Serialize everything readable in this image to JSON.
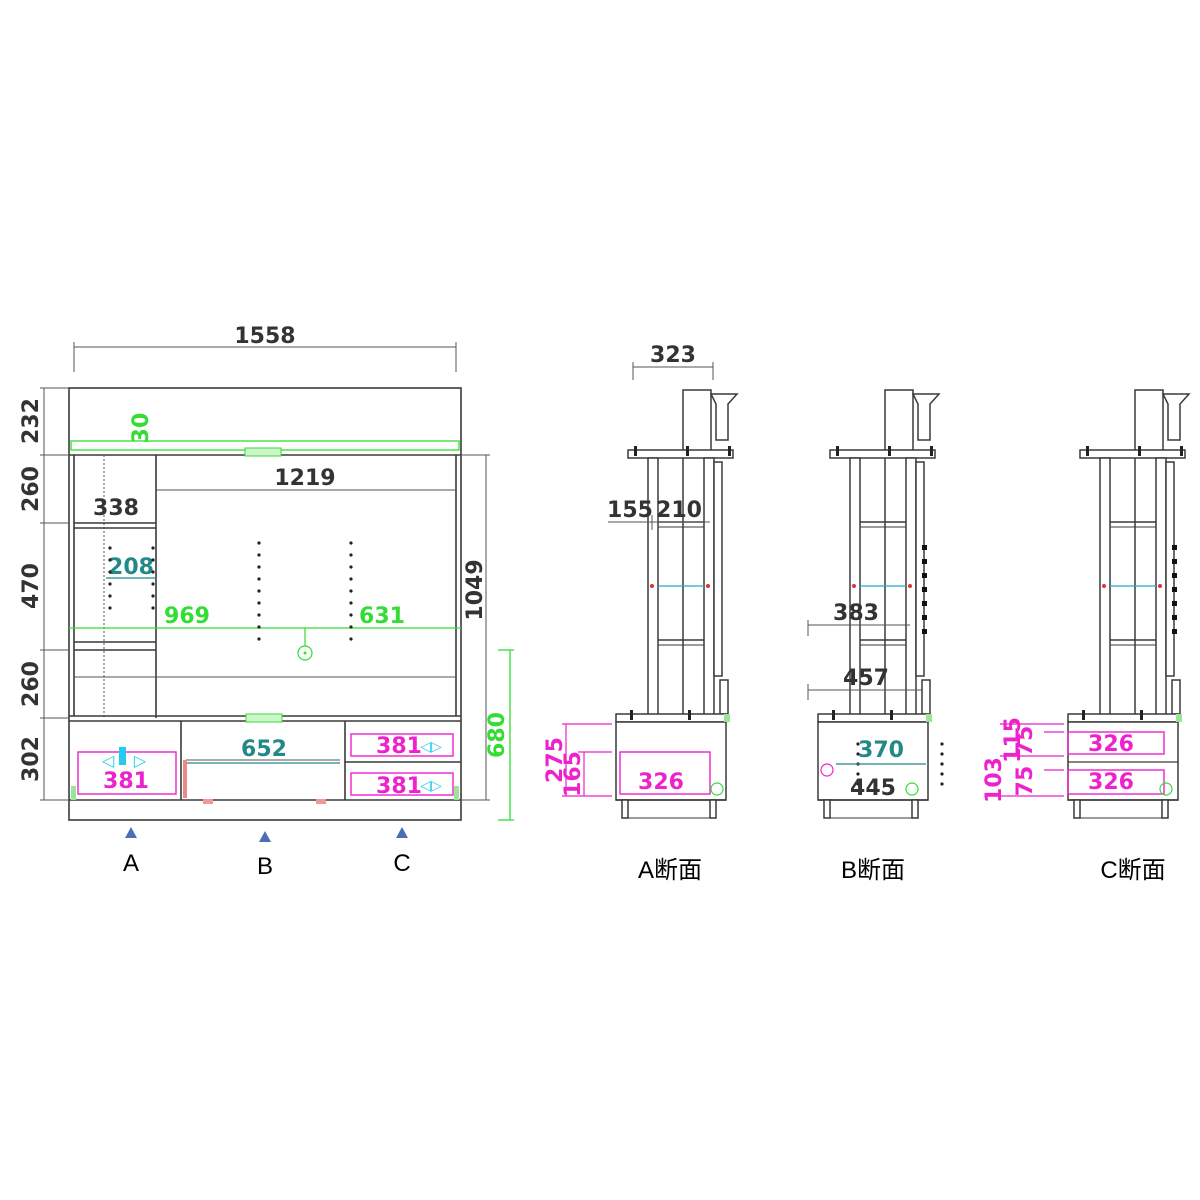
{
  "colors": {
    "dim_text": "#333333",
    "green": "#33dd33",
    "magenta": "#ee22cc",
    "teal": "#228888",
    "cyan": "#22ccee",
    "arrow_blue": "#4a6fb5",
    "red": "#dd3333"
  },
  "front": {
    "overall_width": "1558",
    "heights": {
      "h232": "232",
      "h260a": "260",
      "h470": "470",
      "h260b": "260",
      "h302": "302"
    },
    "right_heights": {
      "h1049": "1049",
      "h680": "680"
    },
    "top_shelf": "30",
    "opening_width": "1219",
    "left_col_width": "338",
    "left_inner": "208",
    "panel_left": "969",
    "panel_right": "631",
    "center_shelf": "652",
    "drawer_left": "381",
    "drawer_right_top": "381",
    "drawer_right_bottom": "381"
  },
  "markers": {
    "a": "A",
    "b": "B",
    "c": "C"
  },
  "section_a": {
    "title": "A断面",
    "depth": "323",
    "shelf_front": "155",
    "shelf_back": "210",
    "h275": "275",
    "h165": "165",
    "drawer": "326"
  },
  "section_b": {
    "title": "B断面",
    "d383": "383",
    "d457": "457",
    "inner": "370",
    "d445": "445"
  },
  "section_c": {
    "title": "C断面",
    "h103": "103",
    "h115": "115",
    "h75a": "75",
    "h75b": "75",
    "drawer_top": "326",
    "drawer_bottom": "326"
  }
}
